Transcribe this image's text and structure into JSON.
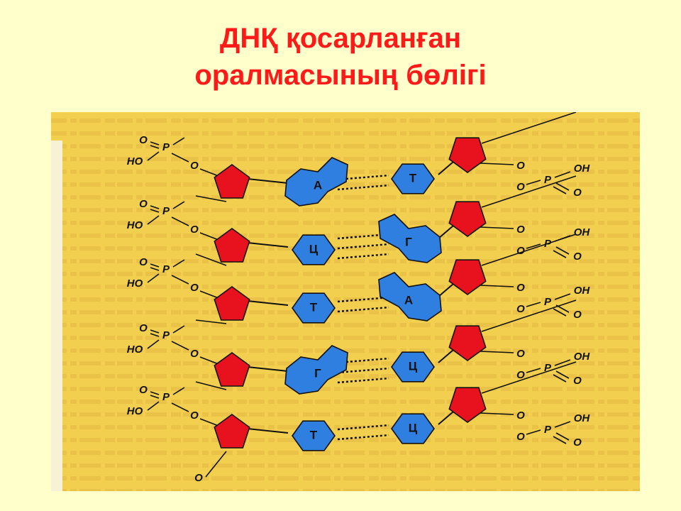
{
  "slide": {
    "title_line1": "ДНҚ қосарланған",
    "title_line2": "оралмасының бөлігі"
  },
  "colors": {
    "title": "#ff1a1a",
    "sugar": "#e8121e",
    "base": "#2f7fe0",
    "background_page": "#ffffcc",
    "background_figure": "#f2cf4e"
  },
  "labels": {
    "phosphate": "P",
    "oxygen": "O",
    "hydroxyl_left": "HO",
    "hydroxyl_right": "OH"
  },
  "base_pairs": [
    {
      "left": "А",
      "right": "Т",
      "bonds": 2
    },
    {
      "left": "Ц",
      "right": "Г",
      "bonds": 3
    },
    {
      "left": "Т",
      "right": "А",
      "bonds": 2
    },
    {
      "left": "Г",
      "right": "Ц",
      "bonds": 3
    },
    {
      "left": "Т",
      "right": "Ц",
      "bonds": 2
    }
  ]
}
